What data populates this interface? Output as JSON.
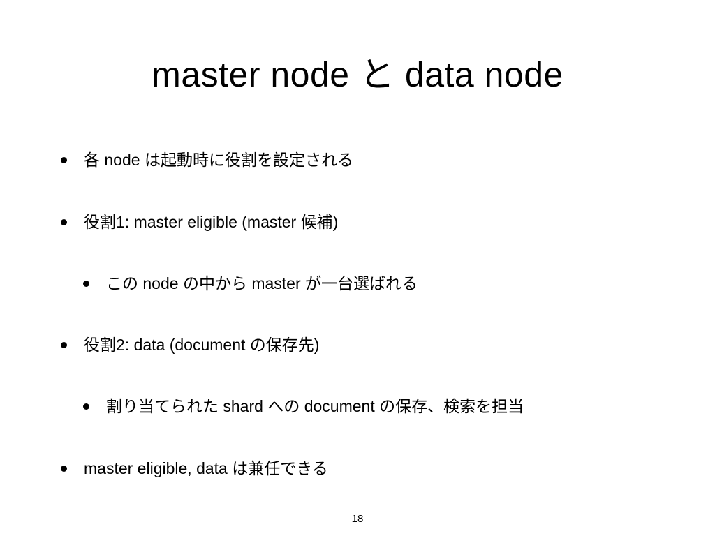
{
  "slide": {
    "title": "master node と data node",
    "bullets": [
      {
        "level": 1,
        "text": "各 node は起動時に役割を設定される"
      },
      {
        "level": 1,
        "text": "役割1: master eligible (master 候補)"
      },
      {
        "level": 2,
        "text": "この node の中から master が一台選ばれる"
      },
      {
        "level": 1,
        "text": "役割2: data (document の保存先)"
      },
      {
        "level": 2,
        "text": "割り当てられた shard への document の保存、検索を担当"
      },
      {
        "level": 1,
        "text": "master eligible, data は兼任できる"
      }
    ],
    "page_number": "18"
  }
}
